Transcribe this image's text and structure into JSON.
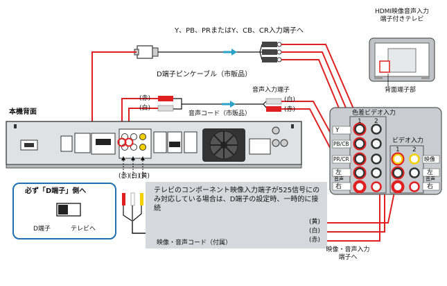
{
  "labels": {
    "d_terminals": "Y、PB、PRまたはY、CB、CR入力端子へ",
    "d_cable": "D端子ピンケーブル（市販品）",
    "hdmi_tv": "HDMI映像音声入力端子付きテレビ",
    "rear_terminal": "背面端子部",
    "audio_in": "音声入力端子",
    "audio_cord": "音声コード（市販品）",
    "unit_rear": "本機背面",
    "red_l": "(赤)",
    "white_l": "(白)",
    "red_r": "(赤)",
    "white_r": "(白)",
    "rwy": [
      "(赤)",
      "(白)",
      "(黄)"
    ],
    "yellow_b": "(黄)",
    "white_b": "(白)",
    "red_b": "(赤)",
    "av_cord": "映像・音声コード（付属）",
    "av_in": "映像・音声入力端子へ",
    "switch_title": "必ず「D端子」側へ",
    "switch_d": "D端子",
    "switch_tv": "テレビへ",
    "note": "テレビのコンポーネント映像入力端子が525信号にのみ対応している場合は、D端子の設定時、一時的に接続"
  },
  "panel": {
    "component_title": "色差ビデオ入力",
    "video_title": "ビデオ入力",
    "col1": "1",
    "col2": "2",
    "rows": [
      "Y",
      "PB/CB",
      "PR/CR",
      "左",
      "右"
    ],
    "video_rows": [
      "映像",
      "左",
      "右"
    ],
    "audio_word": "音声"
  },
  "colors": {
    "cable_red": "#e02020",
    "arrow_blue": "#2aa1c8",
    "panel_gray": "#c9ccd0"
  }
}
